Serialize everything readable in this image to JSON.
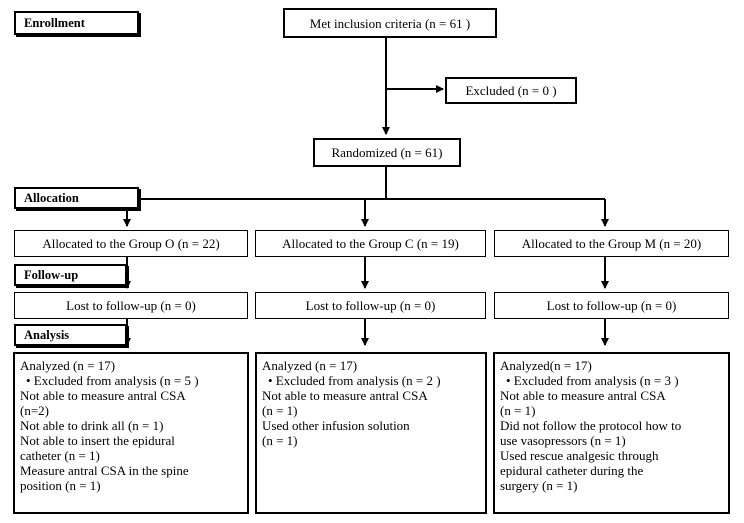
{
  "stages": {
    "enrollment": "Enrollment",
    "allocation": "Allocation",
    "followup": "Follow-up",
    "analysis": "Analysis"
  },
  "enrollment": {
    "met": "Met inclusion criteria (n = 61 )",
    "excluded": "Excluded (n = 0 )",
    "randomized": "Randomized (n = 61)"
  },
  "groups": [
    {
      "allocated": "Allocated to the Group O (n = 22)",
      "lost": "Lost to  follow-up (n = 0)",
      "analysis": [
        "Analyzed (n = 17)",
        "•  Excluded from analysis (n = 5 )",
        "Not able to measure antral CSA",
        "(n=2)",
        "Not able to drink all (n = 1)",
        "Not able to insert the epidural",
        "catheter (n = 1)",
        "Measure antral CSA in the spine",
        "position (n = 1)"
      ]
    },
    {
      "allocated": "Allocated to the Group C (n = 19)",
      "lost": "Lost to  follow-up (n = 0)",
      "analysis": [
        "Analyzed (n = 17)",
        "•  Excluded from analysis (n = 2 )",
        "Not able to measure antral CSA",
        "(n = 1)",
        "Used other infusion solution",
        "(n = 1)"
      ]
    },
    {
      "allocated": "Allocated to the Group M (n = 20)",
      "lost": "Lost to  follow-up (n = 0)",
      "analysis": [
        "Analyzed(n = 17)",
        "•  Excluded from analysis (n = 3 )",
        "Not able to measure antral CSA",
        "(n = 1)",
        "Did not follow the protocol how to",
        "use vasopressors (n = 1)",
        "Used rescue analgesic through",
        "epidural catheter  during the",
        "surgery (n = 1)"
      ]
    }
  ]
}
